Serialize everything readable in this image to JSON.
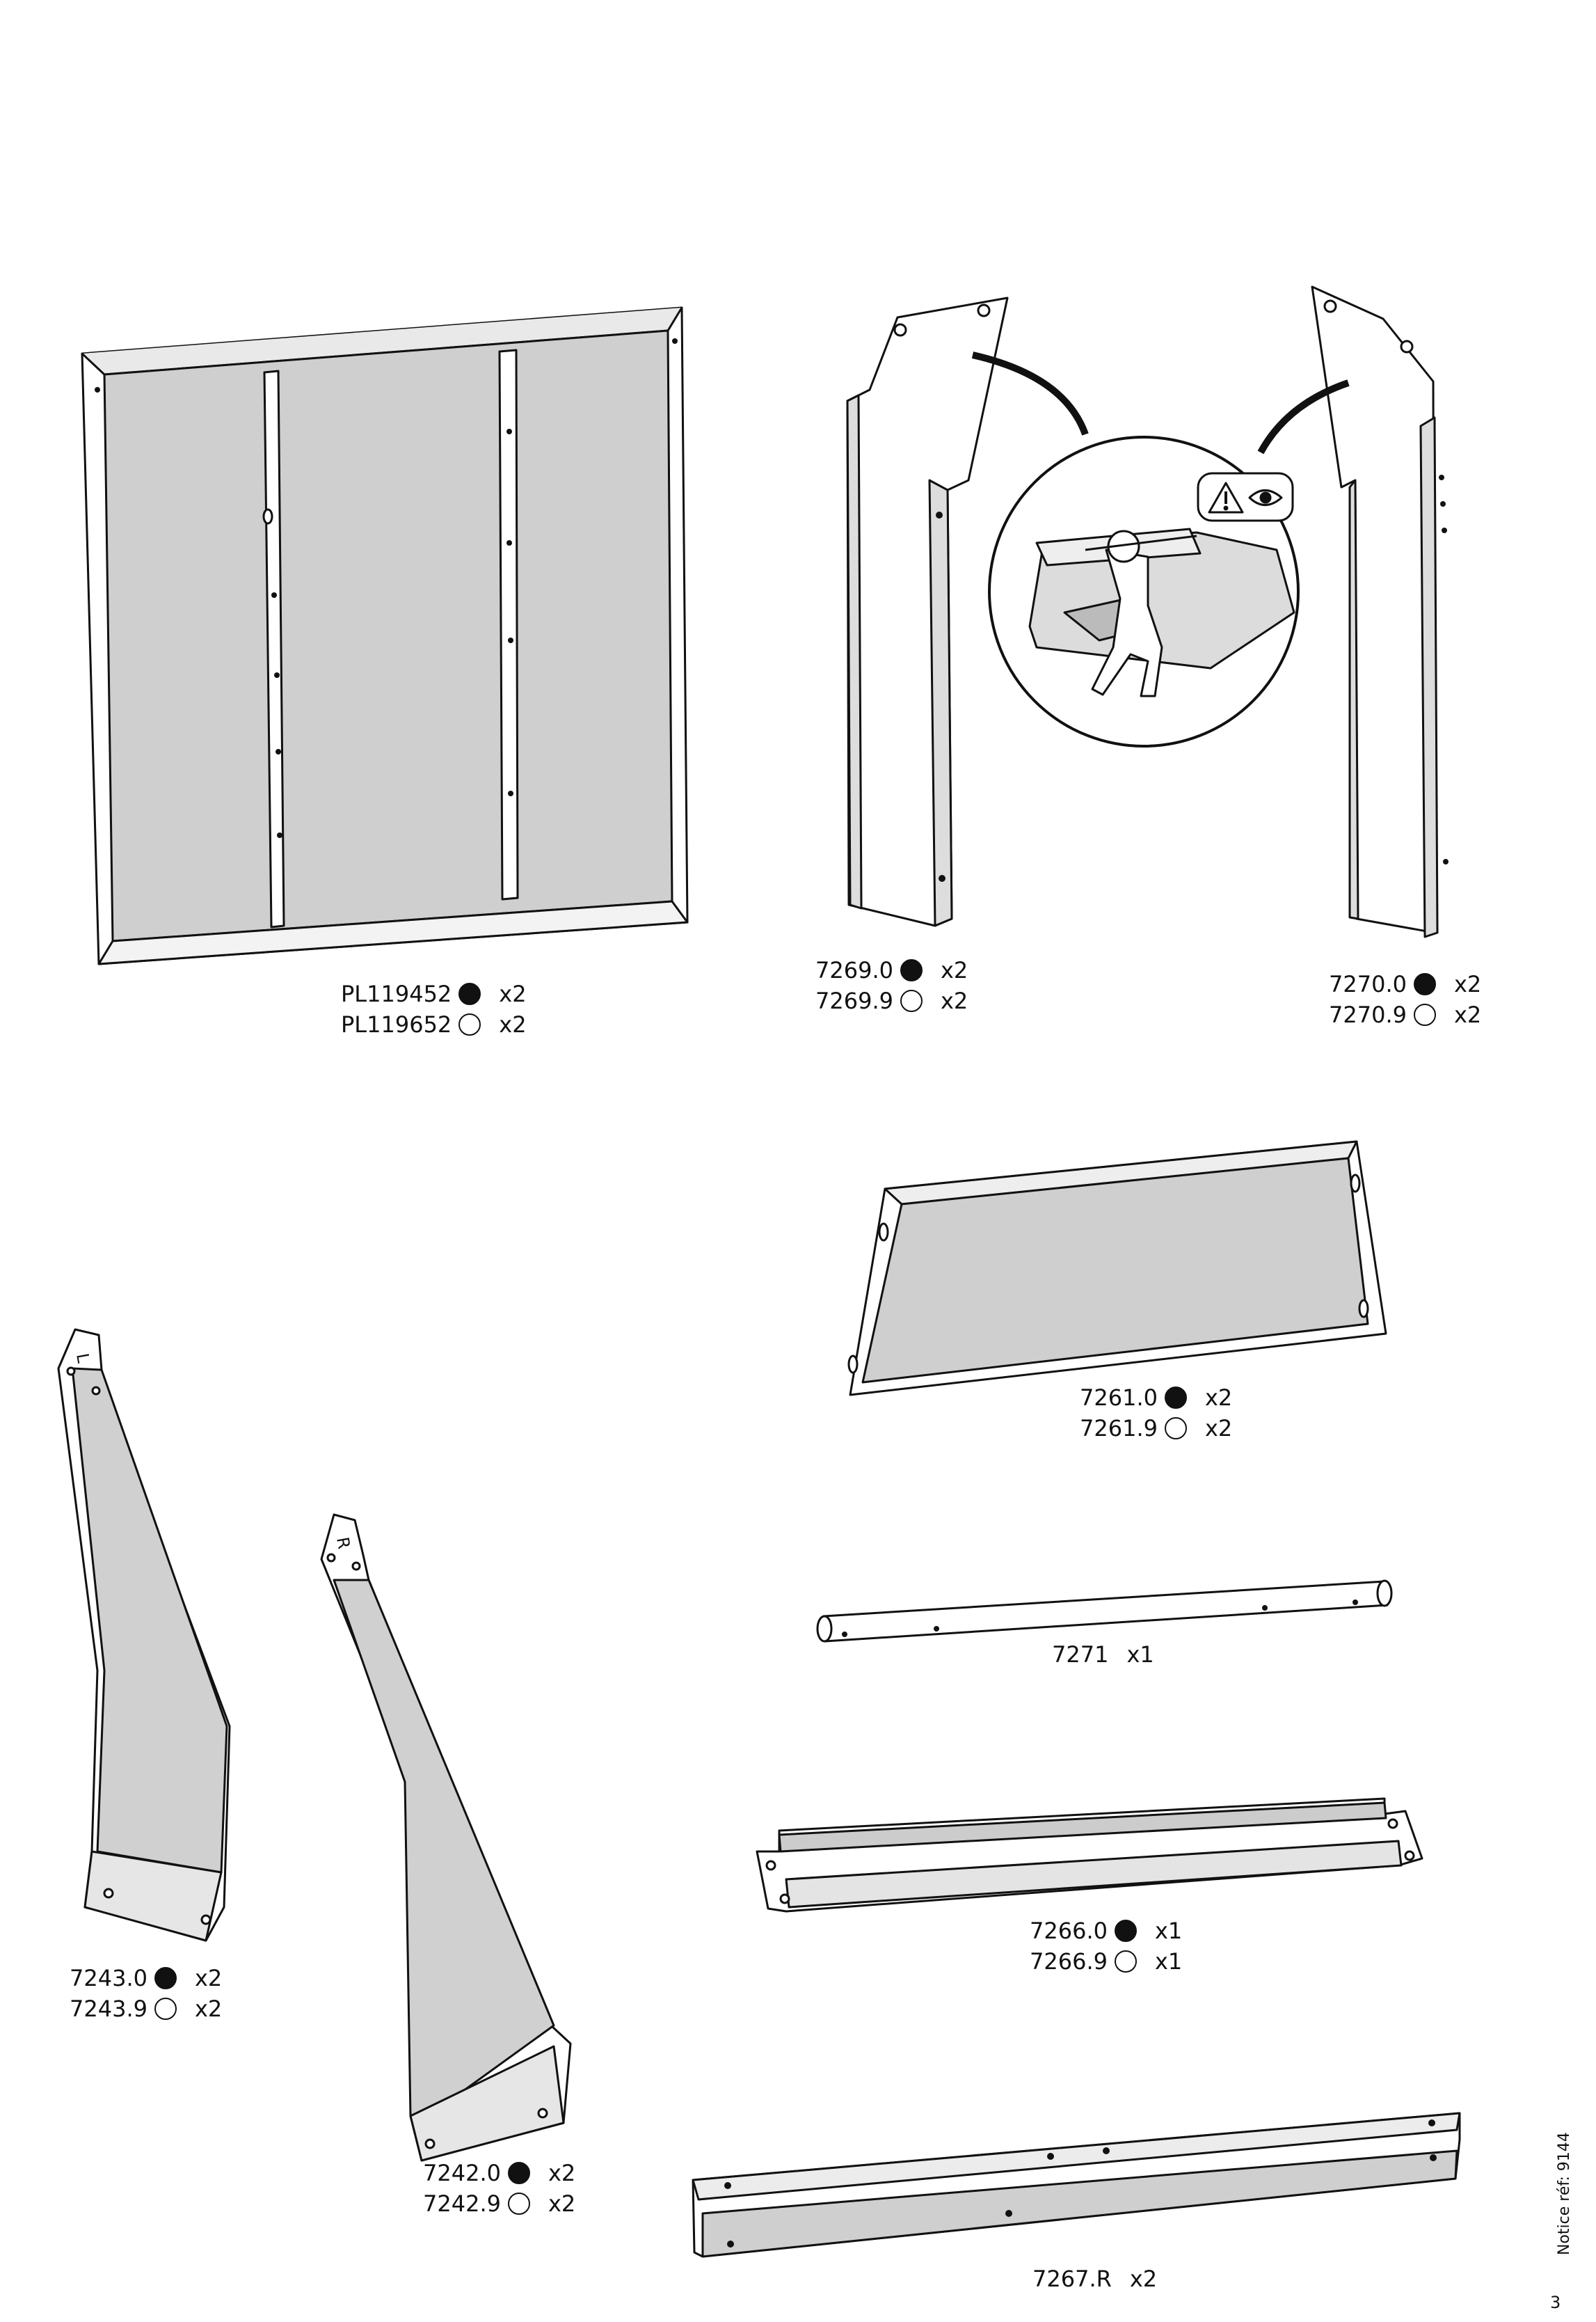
{
  "parts": [
    {
      "id": "door-panel",
      "lines": [
        {
          "code": "PL119452",
          "finish": "filled",
          "qty": "x2"
        },
        {
          "code": "PL119652",
          "finish": "empty",
          "qty": "x2"
        }
      ]
    },
    {
      "id": "left-post",
      "lines": [
        {
          "code": "7269.0",
          "finish": "filled",
          "qty": "x2"
        },
        {
          "code": "7269.9",
          "finish": "empty",
          "qty": "x2"
        }
      ]
    },
    {
      "id": "right-post",
      "lines": [
        {
          "code": "7270.0",
          "finish": "filled",
          "qty": "x2"
        },
        {
          "code": "7270.9",
          "finish": "empty",
          "qty": "x2"
        }
      ]
    },
    {
      "id": "roof-panel",
      "lines": [
        {
          "code": "7261.0",
          "finish": "filled",
          "qty": "x2"
        },
        {
          "code": "7261.9",
          "finish": "empty",
          "qty": "x2"
        }
      ]
    },
    {
      "id": "tube",
      "lines": [
        {
          "code": "7271",
          "finish": "none",
          "qty": "x1"
        }
      ]
    },
    {
      "id": "top-rail",
      "lines": [
        {
          "code": "7266.0",
          "finish": "filled",
          "qty": "x1"
        },
        {
          "code": "7266.9",
          "finish": "empty",
          "qty": "x1"
        }
      ]
    },
    {
      "id": "left-gable",
      "tag": "L",
      "lines": [
        {
          "code": "7243.0",
          "finish": "filled",
          "qty": "x2"
        },
        {
          "code": "7243.9",
          "finish": "empty",
          "qty": "x2"
        }
      ]
    },
    {
      "id": "right-gable",
      "tag": "R",
      "lines": [
        {
          "code": "7242.0",
          "finish": "filled",
          "qty": "x2"
        },
        {
          "code": "7242.9",
          "finish": "empty",
          "qty": "x2"
        }
      ]
    },
    {
      "id": "ground-rail",
      "lines": [
        {
          "code": "7267.R",
          "finish": "none",
          "qty": "x2"
        }
      ]
    }
  ],
  "footer": {
    "notice": "Notice réf: 9144",
    "page": "3"
  },
  "icons": [
    "warning-icon",
    "eye-icon"
  ]
}
